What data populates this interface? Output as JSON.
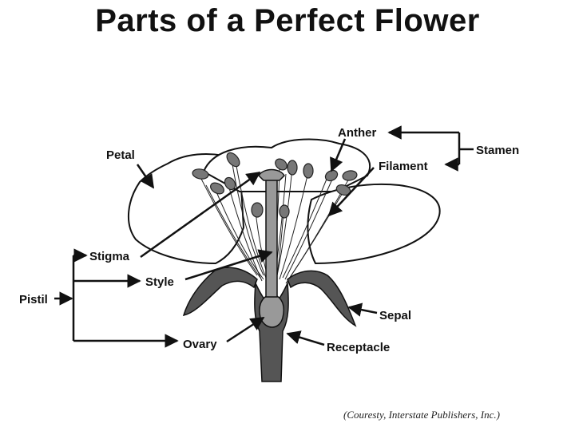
{
  "title": "Parts of a Perfect Flower",
  "labels": {
    "anther": "Anther",
    "stamen": "Stamen",
    "filament": "Filament",
    "petal": "Petal",
    "stigma": "Stigma",
    "style": "Style",
    "pistil": "Pistil",
    "sepal": "Sepal",
    "ovary": "Ovary",
    "receptacle": "Receptacle"
  },
  "credit": "(Couresty, Interstate Publishers, Inc.)",
  "colors": {
    "outline": "#111111",
    "dark_gray": "#555555",
    "mid_gray": "#8a8a8a",
    "light_gray": "#c4c4c4",
    "background": "#ffffff"
  }
}
